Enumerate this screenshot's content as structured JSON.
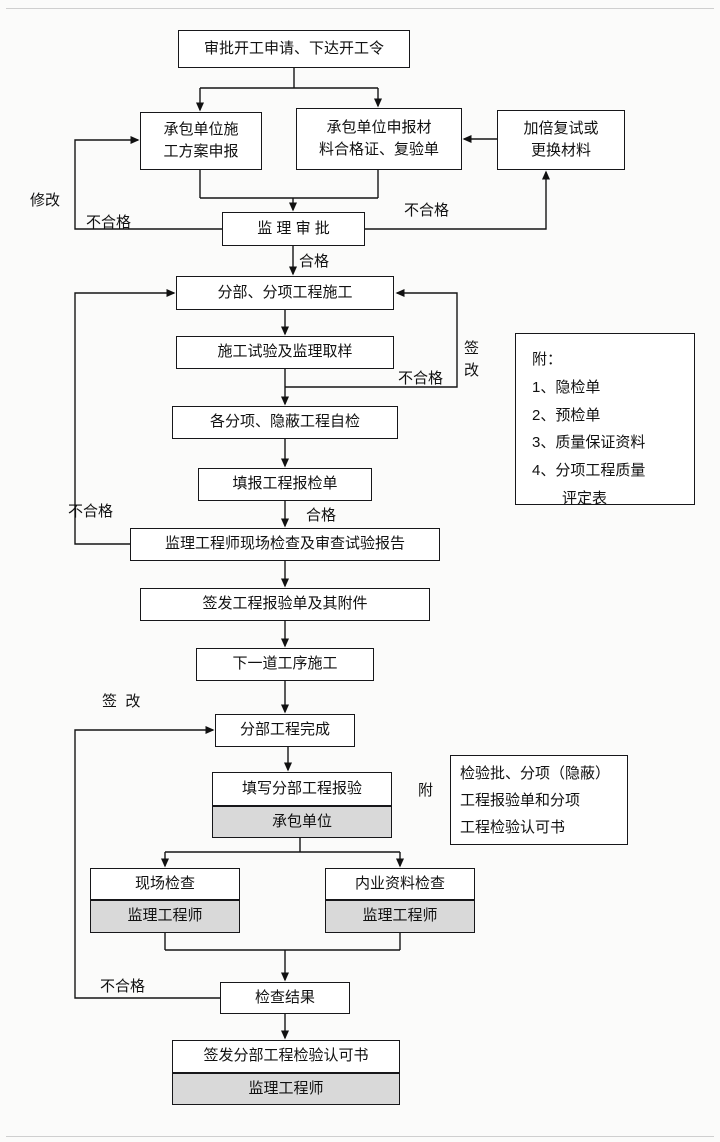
{
  "labels": {
    "fail": "不合格",
    "pass": "合格",
    "modify": "修改",
    "sign_change_v": "签改",
    "sign_change_h": "签  改",
    "attach": "附"
  },
  "nodes": {
    "start": "审批开工申请、下达开工令",
    "plan_submit": "承包单位施\n工方案申报",
    "material_submit": "承包单位申报材\n料合格证、复验单",
    "retest": "加倍复试或\n更换材料",
    "supervisor_review": "监 理 审 批",
    "construction": "分部、分项工程施工",
    "test_sampling": "施工试验及监理取样",
    "self_check": "各分项、隐蔽工程自检",
    "fill_check_form": "填报工程报检单",
    "site_review": "监理工程师现场检查及审查试验报告",
    "issue_form": "签发工程报验单及其附件",
    "next_process": "下一道工序施工",
    "section_complete": "分部工程完成",
    "fill_section_report": "填写分部工程报验",
    "contractor": "承包单位",
    "field_check": "现场检查",
    "office_check": "内业资料检查",
    "supervisor_engineer": "监理工程师",
    "check_result": "检查结果",
    "issue_certificate": "签发分部工程检验认可书",
    "attachment_note": "附：\n1、隐检单\n2、预检单\n3、质量保证资料\n4、分项工程质量\n　　评定表",
    "report_note": "检验批、分项（隐蔽）\n工程报验单和分项\n工程检验认可书"
  }
}
